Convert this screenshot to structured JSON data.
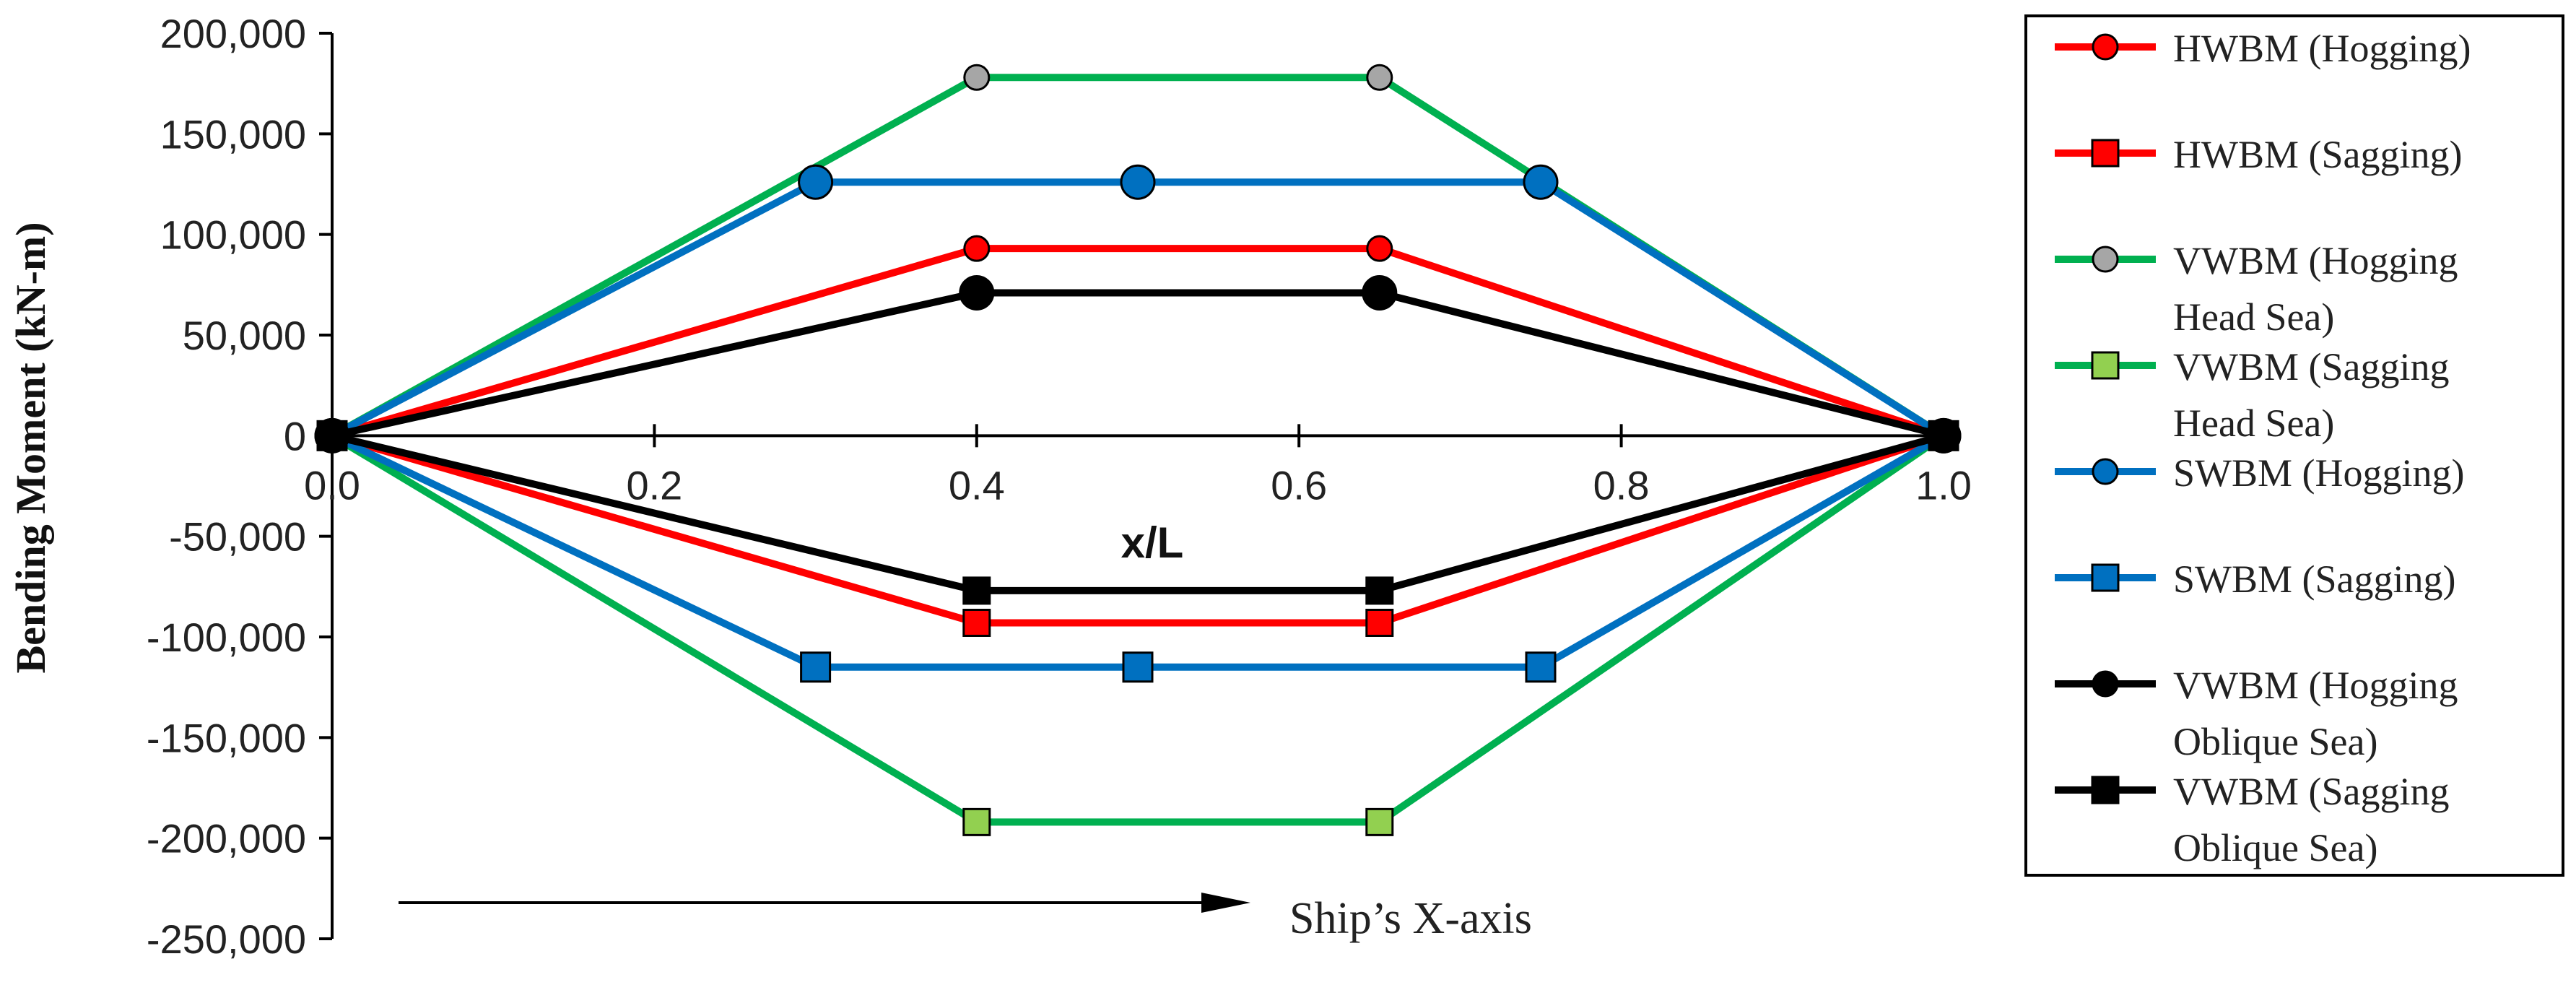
{
  "chart_data": {
    "type": "line",
    "ylabel": "Bending Moment (kN-m)",
    "xlabel": "x/L",
    "xlim": [
      0,
      1.0
    ],
    "ylim": [
      -250000,
      200000
    ],
    "x_ticks": [
      "0.0",
      "0.2",
      "0.4",
      "0.6",
      "0.8",
      "1.0"
    ],
    "x_tick_values": [
      0,
      0.2,
      0.4,
      0.6,
      0.8,
      1.0
    ],
    "y_ticks": [
      "200,000",
      "150,000",
      "100,000",
      "50,000",
      "0",
      "-50,000",
      "-100,000",
      "-150,000",
      "-200,000",
      "-250,000"
    ],
    "y_tick_values": [
      200000,
      150000,
      100000,
      50000,
      0,
      -50000,
      -100000,
      -150000,
      -200000,
      -250000
    ],
    "grid": false,
    "legend_position": "right",
    "series": [
      {
        "name": "HWBM (Hogging)",
        "color": "#ff0000",
        "line_color": "#ff0000",
        "marker": "circle",
        "marker_size": "small",
        "x": [
          0,
          0.4,
          0.65,
          1.0
        ],
        "y": [
          0,
          93000,
          93000,
          0
        ]
      },
      {
        "name": "HWBM (Sagging)",
        "color": "#ff0000",
        "line_color": "#ff0000",
        "marker": "square",
        "marker_size": "small",
        "x": [
          0,
          0.4,
          0.65,
          1.0
        ],
        "y": [
          0,
          -93000,
          -93000,
          0
        ]
      },
      {
        "name": "VWBM (Hogging Head Sea)",
        "color": "#a6a6a6",
        "line_color": "#00b050",
        "marker": "circle",
        "marker_size": "small",
        "x": [
          0,
          0.4,
          0.65,
          1.0
        ],
        "y": [
          0,
          178000,
          178000,
          0
        ]
      },
      {
        "name": "VWBM (Sagging Head Sea)",
        "color": "#92d050",
        "line_color": "#00b050",
        "marker": "square",
        "marker_size": "small",
        "x": [
          0,
          0.4,
          0.65,
          1.0
        ],
        "y": [
          0,
          -192000,
          -192000,
          0
        ]
      },
      {
        "name": "SWBM (Hogging)",
        "color": "#0070c0",
        "line_color": "#0070c0",
        "marker": "circle",
        "marker_size": "large",
        "x": [
          0,
          0.3,
          0.5,
          0.75,
          1.0
        ],
        "y": [
          0,
          126000,
          126000,
          126000,
          0
        ]
      },
      {
        "name": "SWBM (Sagging)",
        "color": "#0070c0",
        "line_color": "#0070c0",
        "marker": "square",
        "marker_size": "large",
        "x": [
          0,
          0.3,
          0.5,
          0.75,
          1.0
        ],
        "y": [
          0,
          -115000,
          -115000,
          -115000,
          0
        ]
      },
      {
        "name": "VWBM (Hogging Oblique Sea)",
        "color": "#000000",
        "line_color": "#000000",
        "marker": "circle",
        "marker_size": "large",
        "x": [
          0,
          0.4,
          0.65,
          1.0
        ],
        "y": [
          0,
          71000,
          71000,
          0
        ]
      },
      {
        "name": "VWBM (Sagging Oblique Sea)",
        "color": "#000000",
        "line_color": "#000000",
        "marker": "square",
        "marker_size": "small",
        "x": [
          0,
          0.4,
          0.65,
          1.0
        ],
        "y": [
          0,
          -77000,
          -77000,
          0
        ]
      }
    ],
    "legend_entries": [
      {
        "lines": [
          "HWBM (Hogging)"
        ]
      },
      {
        "lines": [
          "HWBM (Sagging)"
        ]
      },
      {
        "lines": [
          "VWBM (Hogging",
          "Head Sea)"
        ]
      },
      {
        "lines": [
          "VWBM (Sagging",
          "Head Sea)"
        ]
      },
      {
        "lines": [
          "SWBM (Hogging)"
        ]
      },
      {
        "lines": [
          "SWBM (Sagging)"
        ]
      },
      {
        "lines": [
          "VWBM (Hogging",
          "Oblique Sea)"
        ]
      },
      {
        "lines": [
          "VWBM (Sagging",
          "Oblique Sea)"
        ]
      }
    ],
    "annotation": "Ship’s X-axis"
  }
}
